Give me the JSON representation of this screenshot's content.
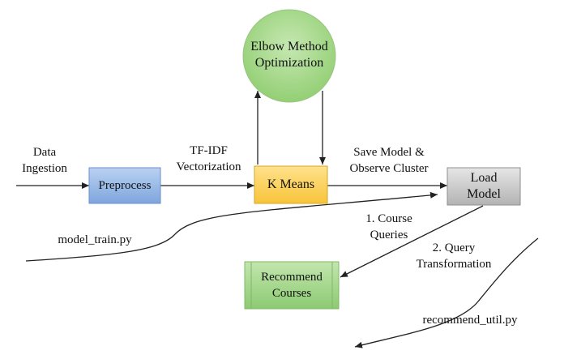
{
  "nodes": {
    "elbow": {
      "lines": [
        "Elbow Method",
        "Optimization"
      ],
      "color": "#a6d88a"
    },
    "preprocess": {
      "text": "Preprocess",
      "color": "#93b7e6"
    },
    "kmeans": {
      "text": "K Means",
      "color": "#ffd461"
    },
    "load_model": {
      "lines": [
        "Load",
        "Model"
      ],
      "color": "#c9c9c9"
    },
    "recommend": {
      "lines": [
        "Recommend",
        "Courses"
      ],
      "color": "#9fd58a"
    }
  },
  "labels": {
    "data_ingestion": [
      "Data",
      "Ingestion"
    ],
    "tfidf": [
      "TF-IDF",
      "Vectorization"
    ],
    "save_model": [
      "Save Model &",
      "Observe Cluster"
    ],
    "course_queries": [
      "1. Course",
      "Queries"
    ],
    "query_transformation": [
      "2. Query",
      "Transformation"
    ],
    "model_train": "model_train.py",
    "recommend_util": "recommend_util.py"
  }
}
